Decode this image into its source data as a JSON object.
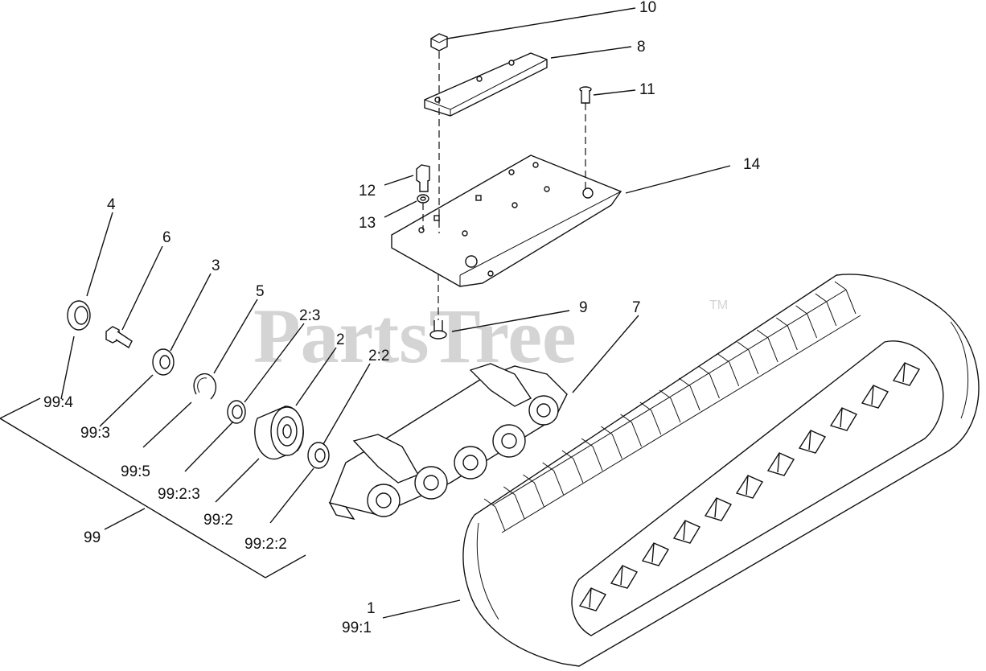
{
  "watermark": {
    "text": "PartsTree",
    "trademark": "TM"
  },
  "callouts": [
    {
      "id": "c10",
      "text": "10"
    },
    {
      "id": "c8",
      "text": "8"
    },
    {
      "id": "c11",
      "text": "11"
    },
    {
      "id": "c14",
      "text": "14"
    },
    {
      "id": "c12",
      "text": "12"
    },
    {
      "id": "c13",
      "text": "13"
    },
    {
      "id": "c4",
      "text": "4"
    },
    {
      "id": "c6",
      "text": "6"
    },
    {
      "id": "c3",
      "text": "3"
    },
    {
      "id": "c5",
      "text": "5"
    },
    {
      "id": "c2-3",
      "text": "2:3"
    },
    {
      "id": "c2",
      "text": "2"
    },
    {
      "id": "c2-2",
      "text": "2:2"
    },
    {
      "id": "c9",
      "text": "9"
    },
    {
      "id": "c7",
      "text": "7"
    },
    {
      "id": "c99-4",
      "text": "99:4"
    },
    {
      "id": "c99-3",
      "text": "99:3"
    },
    {
      "id": "c99-5",
      "text": "99:5"
    },
    {
      "id": "c99-2-3",
      "text": "99:2:3"
    },
    {
      "id": "c99-2",
      "text": "99:2"
    },
    {
      "id": "c99-2-2",
      "text": "99:2:2"
    },
    {
      "id": "c99",
      "text": "99"
    },
    {
      "id": "c1",
      "text": "1"
    },
    {
      "id": "c99-1",
      "text": "99:1"
    }
  ]
}
